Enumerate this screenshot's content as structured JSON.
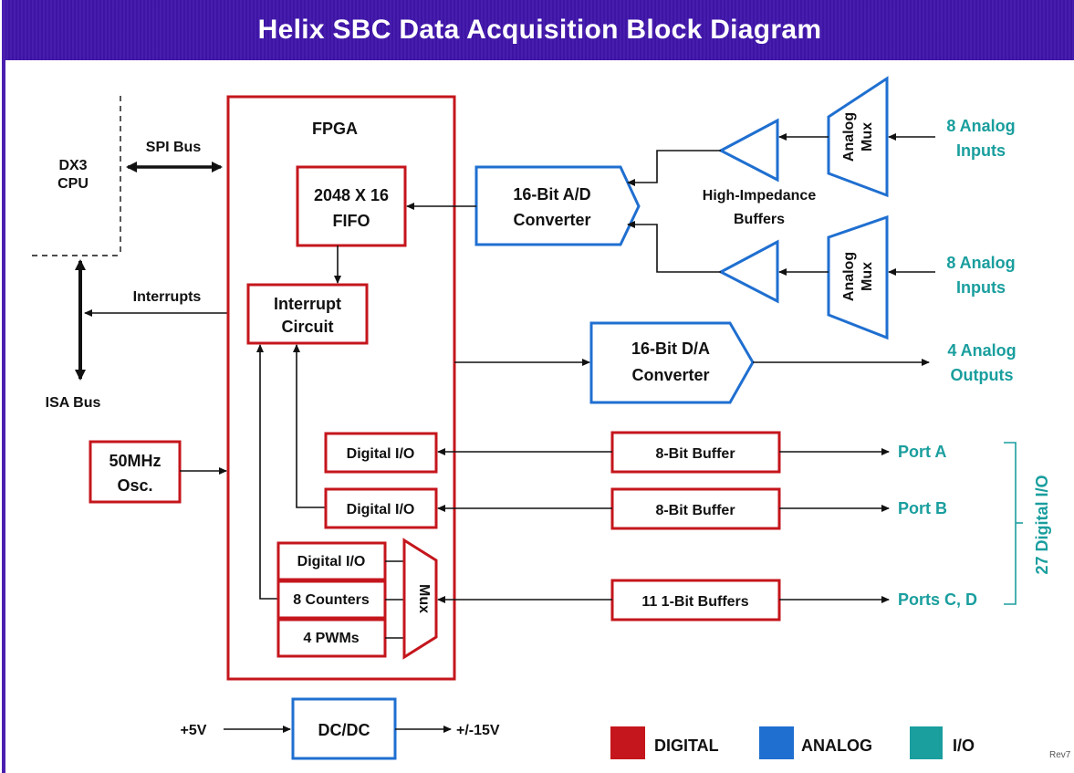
{
  "title": "Helix SBC Data Acquisition Block Diagram",
  "labels": {
    "fpga": "FPGA",
    "fifo_line1": "2048 X 16",
    "fifo_line2": "FIFO",
    "interrupt_line1": "Interrupt",
    "interrupt_line2": "Circuit",
    "cpu_line1": "DX3",
    "cpu_line2": "CPU",
    "spi_bus": "SPI Bus",
    "interrupts": "Interrupts",
    "isa_bus": "ISA Bus",
    "osc_line1": "50MHz",
    "osc_line2": "Osc.",
    "ad_line1": "16-Bit A/D",
    "ad_line2": "Converter",
    "da_line1": "16-Bit D/A",
    "da_line2": "Converter",
    "buffers_line1": "High-Impedance",
    "buffers_line2": "Buffers",
    "analog_mux_line1": "Analog",
    "analog_mux_line2": "Mux",
    "analog_in_line1": "8 Analog",
    "analog_in_line2": "Inputs",
    "analog_out_line1": "4 Analog",
    "analog_out_line2": "Outputs",
    "digital_io_a": "Digital I/O",
    "digital_io_b": "Digital I/O",
    "digital_io_c": "Digital I/O",
    "counters": "8 Counters",
    "pwms": "4 PWMs",
    "mux": "Mux",
    "buffer_a": "8-Bit Buffer",
    "buffer_b": "8-Bit Buffer",
    "buffer_cd": "11 1-Bit Buffers",
    "port_a": "Port A",
    "port_b": "Port B",
    "port_cd": "Ports C, D",
    "digital_io_group": "27 Digital I/O",
    "power_in": "+5V",
    "dcdc": "DC/DC",
    "power_out": "+/-15V",
    "rev": "Rev7"
  },
  "legend": [
    {
      "label": "DIGITAL",
      "color": "#c4161c"
    },
    {
      "label": "ANALOG",
      "color": "#1f6fd0"
    },
    {
      "label": "I/O",
      "color": "#1a9e9e"
    }
  ]
}
